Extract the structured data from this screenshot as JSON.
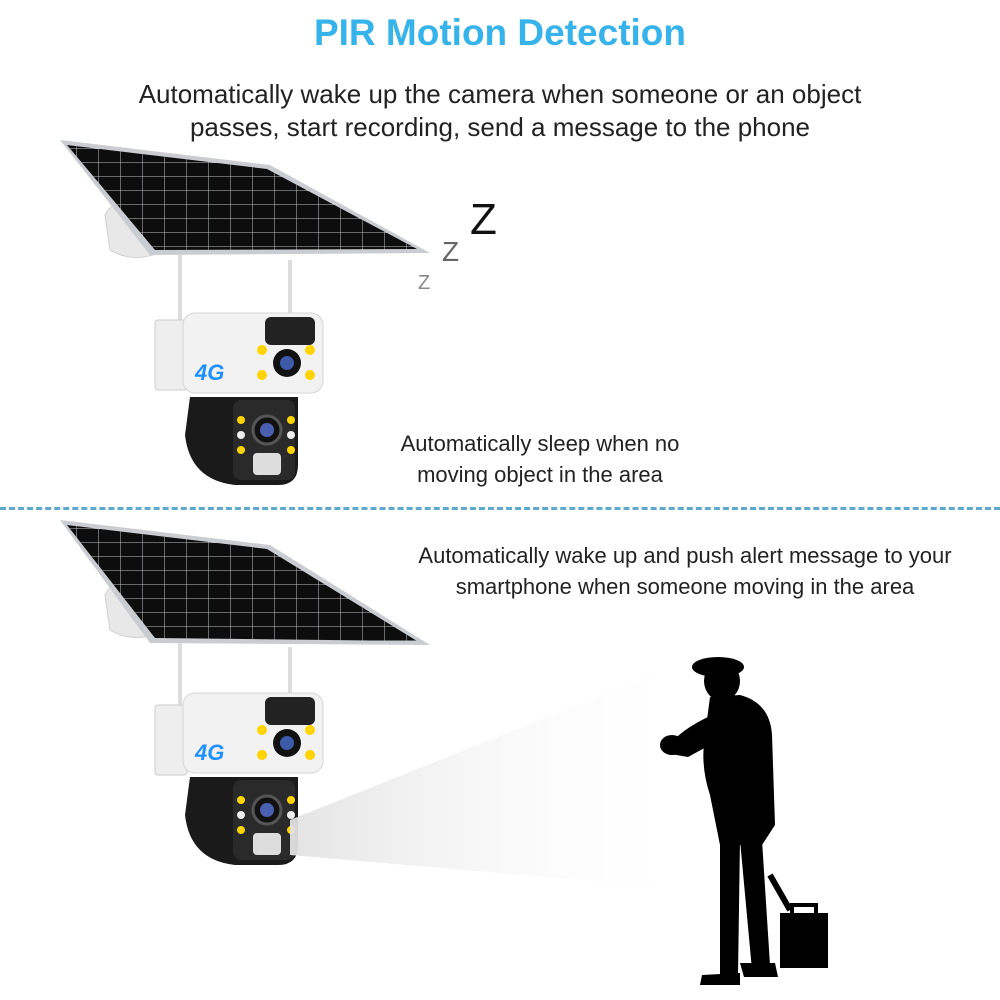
{
  "header": {
    "title": "PIR Motion Detection",
    "subtitle": "Automatically wake up the camera when someone or an object passes, start recording, send a message to the phone"
  },
  "sleep_section": {
    "caption": "Automatically sleep when no moving object in the area",
    "sleep_letters": [
      "Z",
      "Z",
      "Z"
    ],
    "camera_badge": "4G"
  },
  "wake_section": {
    "caption": "Automatically wake up and push alert message to your smartphone when someone moving in the area",
    "camera_badge": "4G"
  },
  "colors": {
    "title": "#35b3ea",
    "divider": "#5fa9cf",
    "panel": "#111111",
    "camera_body": "#f2f2f2",
    "badge": "#1e90ff"
  }
}
